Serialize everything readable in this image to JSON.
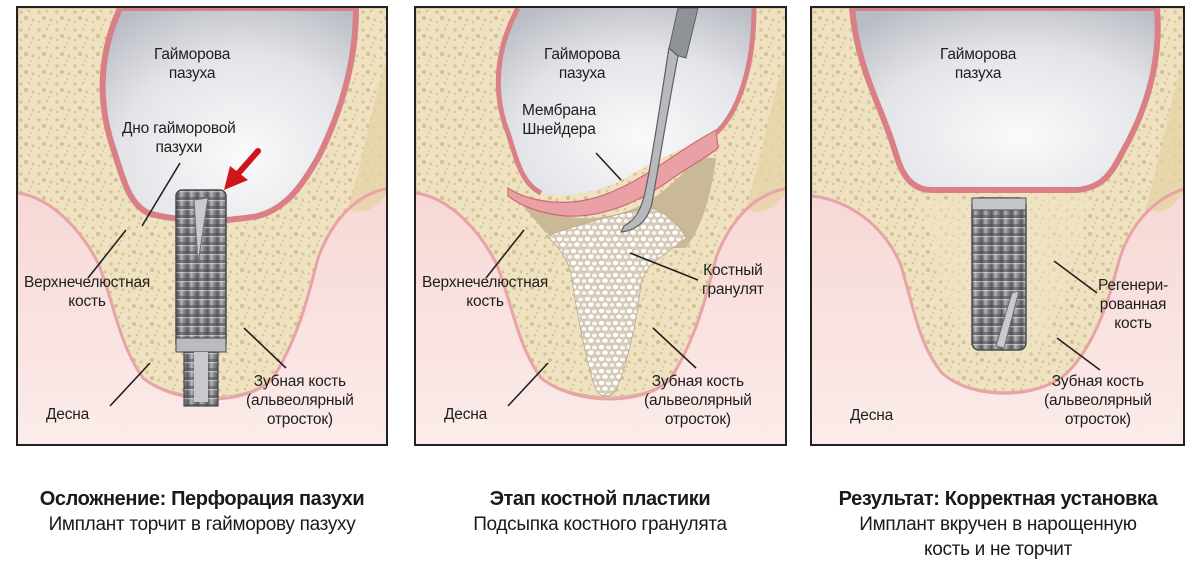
{
  "figure": {
    "title": "Sinus lift and dental implant placement — three stages",
    "colors": {
      "sinus": "#d4d6dc",
      "sinus_light": "#f4f4f6",
      "membrane": "#e08c92",
      "bone": "#efe2c0",
      "bone_spots": "#d9c6a0",
      "gum": "#f6d6d4",
      "implant": "#8a8c90",
      "arrow": "#d0141c",
      "border": "#222222"
    }
  },
  "panels": [
    {
      "id": "complication",
      "labels": {
        "sinus": [
          "Гайморова",
          "пазуха"
        ],
        "sinus_floor": [
          "Дно гайморовой",
          "пазухи"
        ],
        "maxillary_bone": [
          "Верхнечелюстная",
          "кость"
        ],
        "gum": "Десна",
        "alveolar_bone": [
          "Зубная кость",
          "(альвеолярный",
          "отросток)"
        ]
      },
      "arrow_icon": "red-arrow-down-left",
      "caption": {
        "title": "Осложнение: Перфорация пазухи",
        "subtitle": "Имплант торчит в гайморову пазуху"
      }
    },
    {
      "id": "bone-grafting",
      "labels": {
        "sinus": [
          "Гайморова",
          "пазуха"
        ],
        "membrane": [
          "Мембрана",
          "Шнейдера"
        ],
        "maxillary_bone": [
          "Верхнечелюстная",
          "кость"
        ],
        "bone_granulate": [
          "Костный",
          "гранулят"
        ],
        "gum": "Десна",
        "alveolar_bone": [
          "Зубная кость",
          "(альвеолярный",
          "отросток)"
        ]
      },
      "caption": {
        "title": "Этап костной пластики",
        "subtitle": "Подсыпка костного гранулята"
      }
    },
    {
      "id": "result",
      "labels": {
        "sinus": [
          "Гайморова",
          "пазуха"
        ],
        "regenerated_bone": [
          "Регенери-",
          "рованная",
          "кость"
        ],
        "gum": "Десна",
        "alveolar_bone": [
          "Зубная кость",
          "(альвеолярный",
          "отросток)"
        ]
      },
      "caption": {
        "title": "Результат: Корректная установка",
        "subtitle_lines": [
          "Имплант вкручен в нарощенную",
          "кость и не торчит"
        ]
      }
    }
  ]
}
